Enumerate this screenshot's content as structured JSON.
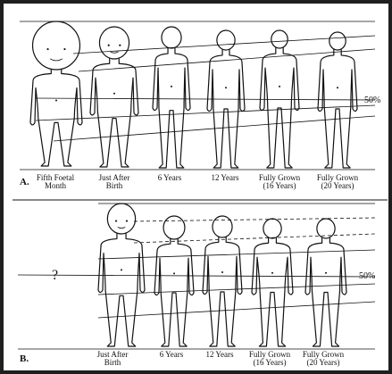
{
  "panel_a": {
    "letter": "A.",
    "percent_label": "50%",
    "captions": [
      [
        "Fifth Foetal",
        "Month"
      ],
      [
        "Just After",
        "Birth"
      ],
      [
        "6 Years"
      ],
      [
        "12 Years"
      ],
      [
        "Fully Grown",
        "(16 Years)"
      ],
      [
        "Fully Grown",
        "(20 Years)"
      ]
    ]
  },
  "panel_b": {
    "letter": "B.",
    "percent_label": "50%",
    "question_mark": "?",
    "captions": [
      [
        "Just After",
        "Birth"
      ],
      [
        "6 Years"
      ],
      [
        "12 Years"
      ],
      [
        "Fully Grown",
        "(16 Years)"
      ],
      [
        "Fully Grown",
        "(20 Years)"
      ]
    ]
  },
  "colors": {
    "background": "#1f1f1f",
    "paper": "#ffffff",
    "ink": "#111111"
  }
}
